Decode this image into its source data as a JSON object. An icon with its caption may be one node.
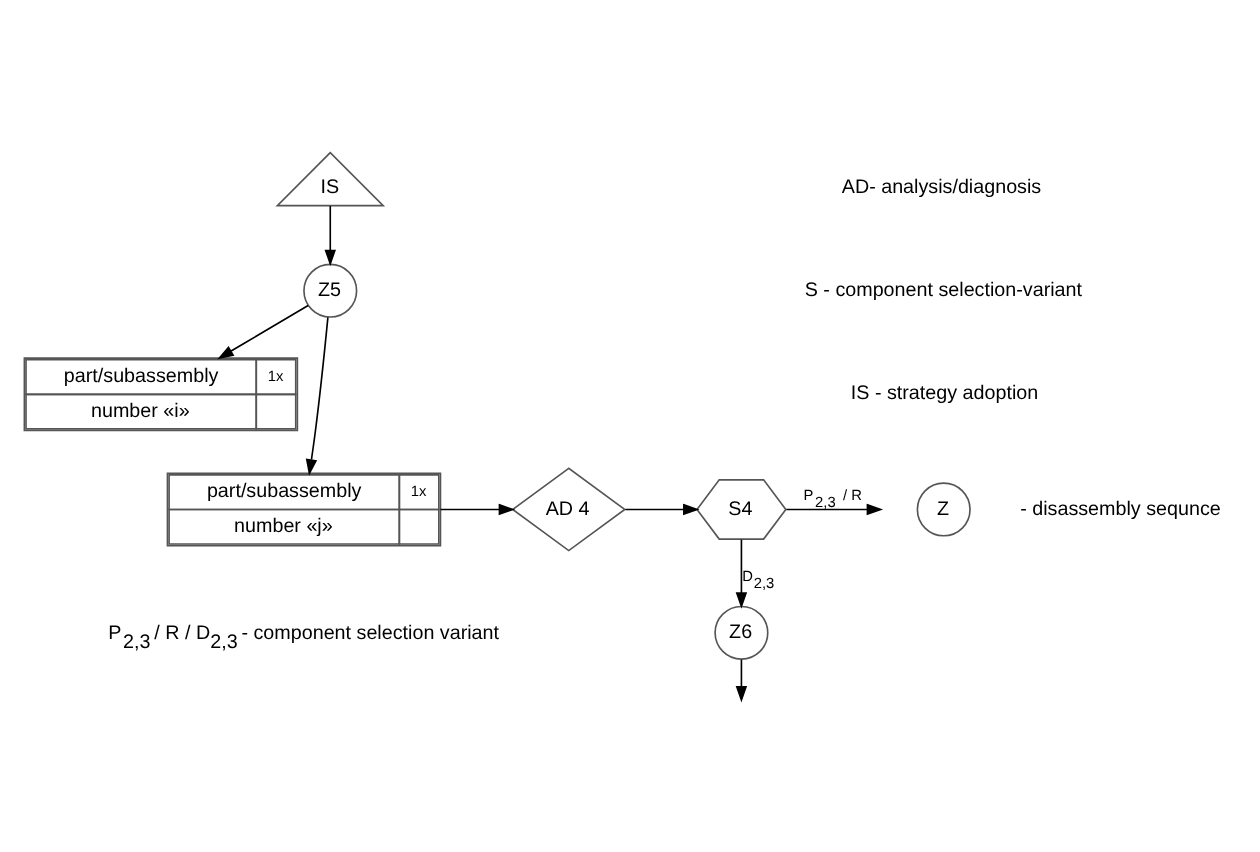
{
  "diagram": {
    "nodes": [
      {
        "text": [
          "IS"
        ]
      },
      {
        "text": [
          "Z5"
        ]
      },
      {
        "text": [
          "part/subassembly",
          "1x",
          "number «i»"
        ]
      },
      {
        "text": [
          "part/subassembly",
          "1x",
          "number «j»"
        ]
      },
      {
        "text": [
          "AD 4"
        ]
      },
      {
        "text": [
          "S4"
        ]
      },
      {
        "text": [
          "Z6"
        ]
      },
      {
        "text": [
          "Z"
        ],
        "beside": [
          "- disassembly sequnce"
        ]
      }
    ],
    "edges": [
      {
        "from": 0,
        "to": 1,
        "arrow": "to"
      },
      {
        "from": 1,
        "to": 2,
        "arrow": "to"
      },
      {
        "from": 1,
        "to": 3,
        "arrow": "to"
      },
      {
        "from": 3,
        "to": 4,
        "arrow": "to"
      },
      {
        "from": 4,
        "to": 5,
        "arrow": "to"
      },
      {
        "from": 5,
        "to": null,
        "arrow": "to",
        "label": "P$_{2,3}$ / R"
      },
      {
        "from": 5,
        "to": 6,
        "arrow": "to",
        "label": "D$_{2,3}$"
      },
      {
        "from": 6,
        "to": null,
        "arrow": "to"
      }
    ],
    "labels": [
      "AD- analysis/diagnosis",
      "S - component selection-variant",
      "IS - strategy adoption",
      "P$_{2,3}$ / R / D$_{2,3}$ - component selection variant"
    ]
  }
}
